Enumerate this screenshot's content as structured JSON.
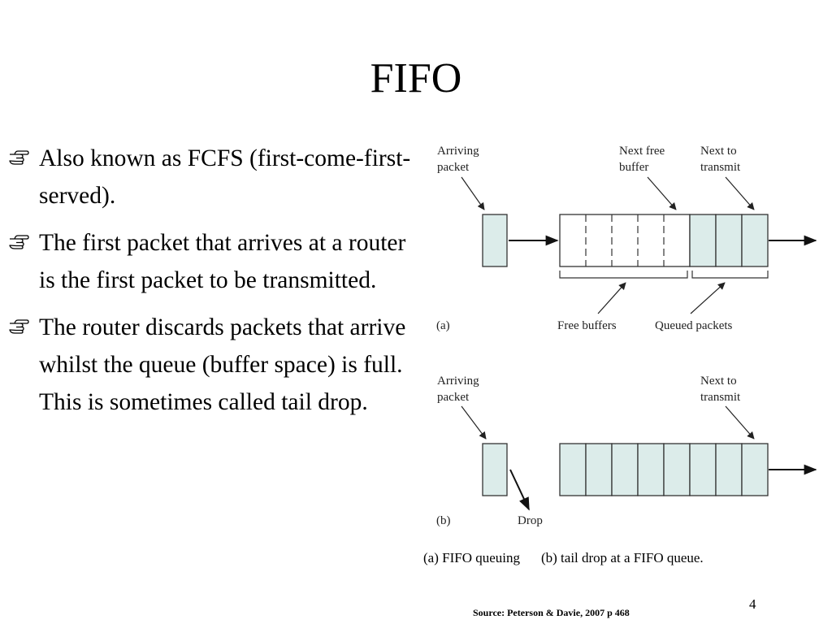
{
  "slide": {
    "title": "FIFO",
    "bullets": [
      "Also known as FCFS (first-come-first-served).",
      "The first packet that arrives at a router is the first packet to be transmitted.",
      "The router discards packets that arrive whilst the queue (buffer space) is full. This is sometimes called tail drop."
    ],
    "bullet_icon": "pointing-hand-icon",
    "page_number": "4",
    "source": "Source: Peterson & Davie, 2007 p 468"
  },
  "diagram": {
    "colors": {
      "packet_fill": "#dcecea",
      "stroke": "#333333"
    },
    "panel_a": {
      "tag": "(a)",
      "arriving_line1": "Arriving",
      "arriving_line2": "packet",
      "next_free_line1": "Next free",
      "next_free_line2": "buffer",
      "next_to_line1": "Next to",
      "next_to_line2": "transmit",
      "free_buffers": "Free buffers",
      "queued_packets": "Queued packets"
    },
    "panel_b": {
      "tag": "(b)",
      "arriving_line1": "Arriving",
      "arriving_line2": "packet",
      "next_to_line1": "Next to",
      "next_to_line2": "transmit",
      "drop": "Drop"
    },
    "caption_a": "(a) FIFO queuing",
    "caption_b": "(b) tail drop at a FIFO queue."
  }
}
